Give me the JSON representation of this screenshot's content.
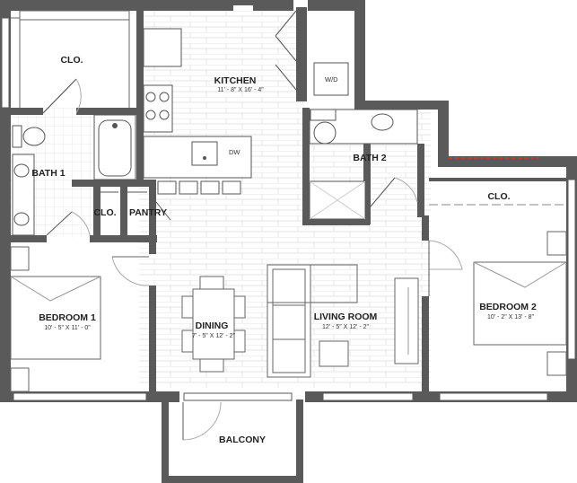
{
  "plan": {
    "rooms": {
      "closet_main": {
        "name": "CLO."
      },
      "kitchen": {
        "name": "KITCHEN",
        "dims": "11' - 8\" X 16' - 4\""
      },
      "bath1": {
        "name": "BATH 1"
      },
      "bath2": {
        "name": "BATH 2"
      },
      "closet_bath": {
        "name": "CLO."
      },
      "pantry": {
        "name": "PANTRY"
      },
      "bedroom1": {
        "name": "BEDROOM 1",
        "dims": "10' - 5\" X 11' - 0\""
      },
      "dining": {
        "name": "DINING",
        "dims": "7' - 5\" X 12' - 2\""
      },
      "living": {
        "name": "LIVING ROOM",
        "dims": "12' - 5\" X 12' - 2\""
      },
      "bedroom2": {
        "name": "BEDROOM 2",
        "dims": "10' - 2\" X 13' - 8\""
      },
      "closet_bed2": {
        "name": "CLO."
      },
      "balcony": {
        "name": "BALCONY"
      }
    },
    "fixtures": {
      "washer_dryer": "W/D",
      "dishwasher": "DW"
    },
    "colors": {
      "wall": "#5a5a5a",
      "floor_line": "#e2e2e2",
      "accent": "#c0392b"
    }
  }
}
